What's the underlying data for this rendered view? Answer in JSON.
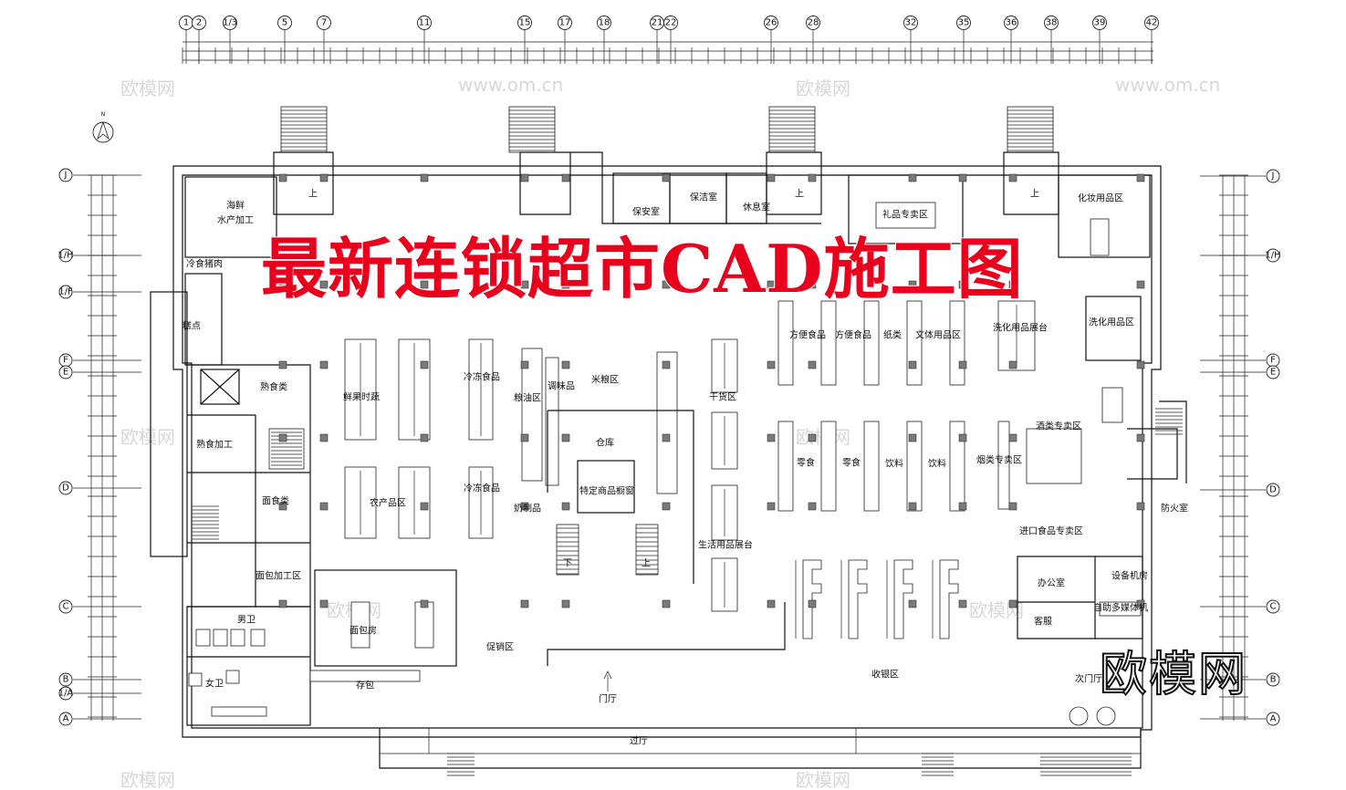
{
  "banner_title": "最新连锁超市CAD施工图",
  "brand": "欧模网",
  "watermark": [
    "欧模网",
    "www.om.cn"
  ],
  "top_grid": [
    "1",
    "2",
    "1/3",
    "5",
    "7",
    "11",
    "15",
    "17",
    "18",
    "21",
    "22",
    "26",
    "28",
    "32",
    "35",
    "36",
    "38",
    "39",
    "42"
  ],
  "left_grid": [
    "J",
    "1/H",
    "1/F",
    "F",
    "E",
    "D",
    "C",
    "B",
    "1/A",
    "A"
  ],
  "right_grid": [
    "J",
    "1/H",
    "F",
    "E",
    "D",
    "C",
    "B",
    "A"
  ],
  "rooms": {
    "seafood": "海鲜",
    "seafood_proc": "水产加工",
    "cold_pork": "冷食猪肉",
    "pastry": "糕点",
    "cooked": "熟食类",
    "cooked_proc": "熟食加工",
    "noodles": "面食类",
    "bread_proc": "面包加工区",
    "male_wc": "男卫",
    "female_wc": "女卫",
    "bakery": "面包房",
    "storage": "存包",
    "promo": "促销区",
    "fresh_fruit": "鲜果时蔬",
    "frozen1": "冷冻食品",
    "frozen2": "冷冻食品",
    "produce": "农产品区",
    "dairy": "奶制品",
    "grain_oil": "粮油区",
    "seasoning": "调味品",
    "rice": "米粮区",
    "warehouse": "仓库",
    "special_window": "特定商品橱窗",
    "dry_goods": "干货区",
    "daily_goods": "生活用品展台",
    "security": "保安室",
    "cleaning": "保洁室",
    "rest": "休息室",
    "gift": "礼品专卖区",
    "cosmetics": "化妆用品区",
    "convenience1": "方便食品",
    "convenience2": "方便食品",
    "paper": "纸类",
    "stationery": "文体用品区",
    "laundry_counter": "洗化用品展台",
    "laundry": "洗化用品区",
    "snack1": "零食",
    "snack2": "零食",
    "drink1": "饮料",
    "drink2": "饮料",
    "tobacco": "烟类专卖区",
    "liquor": "酒类专卖区",
    "import": "进口食品专卖区",
    "office": "办公室",
    "equipment": "设备机房",
    "media": "自助多媒体机",
    "customer": "客服",
    "checkout": "收银区",
    "entrance": "门厅",
    "hall": "过厅",
    "side_hall": "次门厅",
    "fire_ctrl": "防火室",
    "up": "上",
    "down": "下"
  }
}
